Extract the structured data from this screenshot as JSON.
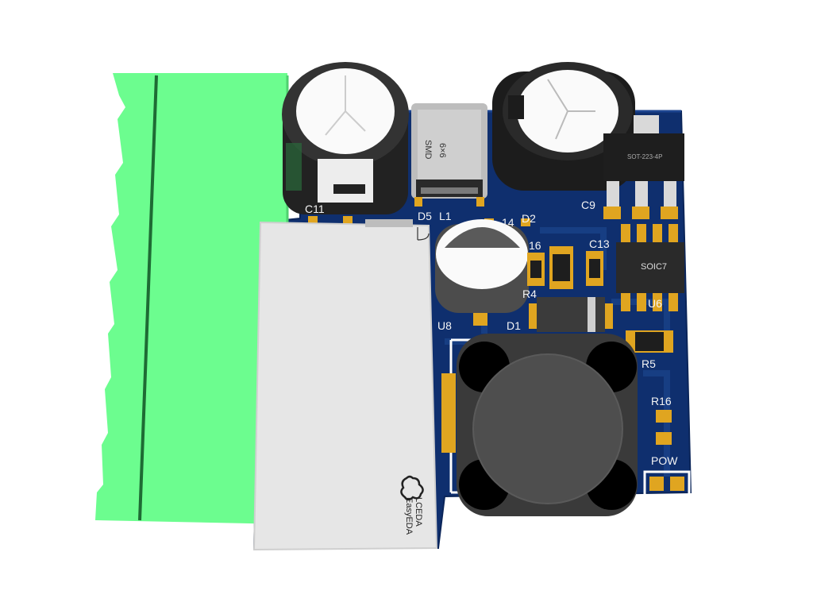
{
  "silkscreen": {
    "c11": "C11",
    "d5": "D5",
    "l1": "L1",
    "d2": "D2",
    "c9": "C9",
    "u14": "14",
    "r16top": "16",
    "c13": "C13",
    "r4": "R4",
    "u8": "U8",
    "d1": "D1",
    "u6": "U6",
    "r5": "R5",
    "r16": "R16",
    "pow": "POW"
  },
  "packages": {
    "smd_inductor_line1": "SMD",
    "smd_inductor_line2": "6×6",
    "sot223": "SOT-223-4P",
    "soic": "SOIC7"
  },
  "logo": {
    "line1": "LCEDA",
    "line2": "EasyEDA"
  },
  "colors": {
    "board": "#0f2f6e",
    "terminal_block": "#6cfd8f",
    "pads": "#e0a520",
    "white_module": "#e6e6e6"
  }
}
